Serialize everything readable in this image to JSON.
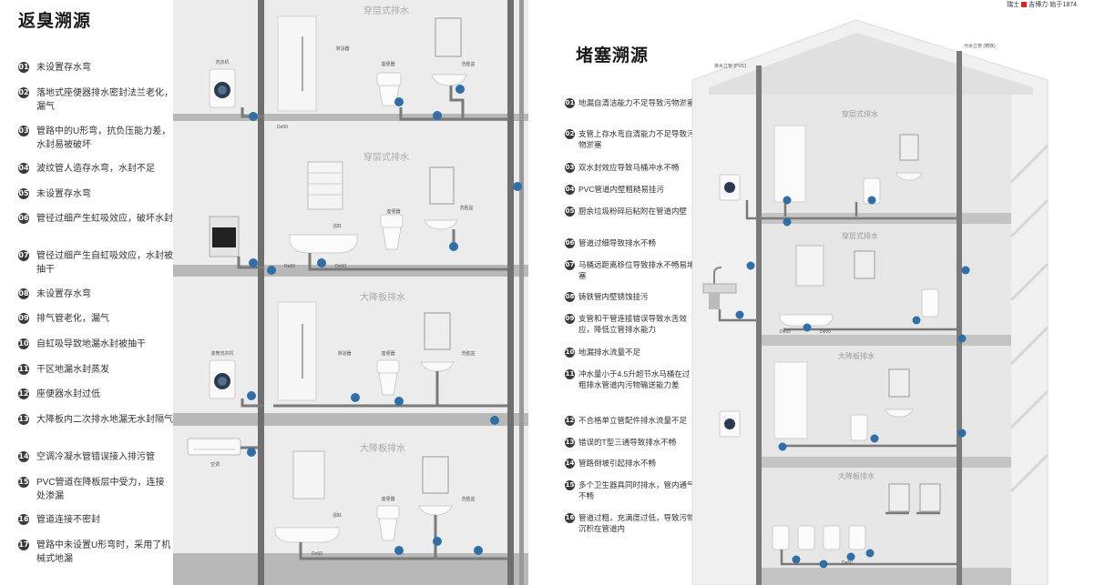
{
  "left": {
    "title": "返臭溯源",
    "items": [
      {
        "num": "01",
        "text": "未设置存水弯"
      },
      {
        "num": "02",
        "text": "落地式座便器排水密封法兰老化，漏气"
      },
      {
        "num": "03",
        "text": "管路中的U形弯，抗负压能力差，水封易被破坏"
      },
      {
        "num": "04",
        "text": "波纹管人造存水弯，水封不足"
      },
      {
        "num": "05",
        "text": "未设置存水弯"
      },
      {
        "num": "06",
        "text": "管径过细产生虹吸效应，破坏水封"
      },
      {
        "num": "07",
        "text": "管径过细产生自虹吸效应，水封被抽干"
      },
      {
        "num": "08",
        "text": "未设置存水弯"
      },
      {
        "num": "09",
        "text": "排气管老化，漏气"
      },
      {
        "num": "10",
        "text": "自虹吸导致地漏水封被抽干"
      },
      {
        "num": "11",
        "text": "干区地漏水封蒸发"
      },
      {
        "num": "12",
        "text": "座便器水封过低"
      },
      {
        "num": "13",
        "text": "大降板内二次排水地漏无水封隔气"
      },
      {
        "num": "14",
        "text": "空调冷凝水管错误接入排污管"
      },
      {
        "num": "15",
        "text": "PVC管道在降板层中受力，连接处渗漏"
      },
      {
        "num": "16",
        "text": "管道连接不密封"
      },
      {
        "num": "17",
        "text": "管路中未设置U形弯时，采用了机械式地漏"
      }
    ]
  },
  "right": {
    "title": "堵塞溯源",
    "items": [
      {
        "num": "01",
        "text": "地漏自清洁能力不足导致污物淤塞"
      },
      {
        "num": "02",
        "text": "支管上存水弯自清能力不足导致污物淤塞"
      },
      {
        "num": "03",
        "text": "双水封效应导致马桶冲水不畅"
      },
      {
        "num": "04",
        "text": "PVC管道内壁粗糙易挂污"
      },
      {
        "num": "05",
        "text": "厨余垃圾粉碎后粘附在管道内壁"
      },
      {
        "num": "06",
        "text": "管道过细导致排水不畅"
      },
      {
        "num": "07",
        "text": "马桶远距离移位导致排水不畅易堵塞"
      },
      {
        "num": "08",
        "text": "铸铁管内壁锈蚀挂污"
      },
      {
        "num": "09",
        "text": "支管和干管连接错误导致水舌效应，降低立管排水能力"
      },
      {
        "num": "10",
        "text": "地漏排水流量不足"
      },
      {
        "num": "11",
        "text": "冲水量小于4.5升超节水马桶在过粗排水管道内污物输送能力差"
      },
      {
        "num": "12",
        "text": "不合格单立管配件排水流量不足"
      },
      {
        "num": "13",
        "text": "错误的T型三通导致排水不畅"
      },
      {
        "num": "14",
        "text": "管路倒坡引起排水不畅"
      },
      {
        "num": "15",
        "text": "多个卫生器具同时排水，管内通气不畅"
      },
      {
        "num": "16",
        "text": "管道过粗，充满度过低，导致污物沉积在管道内"
      }
    ]
  },
  "brand": {
    "left_text": "瑞士",
    "right_text": "吉博力·始于1874"
  },
  "labels": {
    "floor1": "穿层式排水",
    "floor2": "穿层式排水",
    "floor3": "大降板排水",
    "floor4": "大降板排水",
    "washer": "洗衣机",
    "shower": "淋浴器",
    "toilet": "座便器",
    "basin": "洗脸盆",
    "bathtub": "浴缸",
    "washer_dryer": "滚筒洗衣机",
    "ac": "空调",
    "de50": "De50",
    "r_floor1": "穿层式排水",
    "r_floor2": "穿层式排水",
    "r_floor3": "大降板排水",
    "r_floor4": "大降板排水",
    "pvc_stack": "排水立管 (PVC)",
    "cast_stack": "污水立管 (铸铁)"
  }
}
